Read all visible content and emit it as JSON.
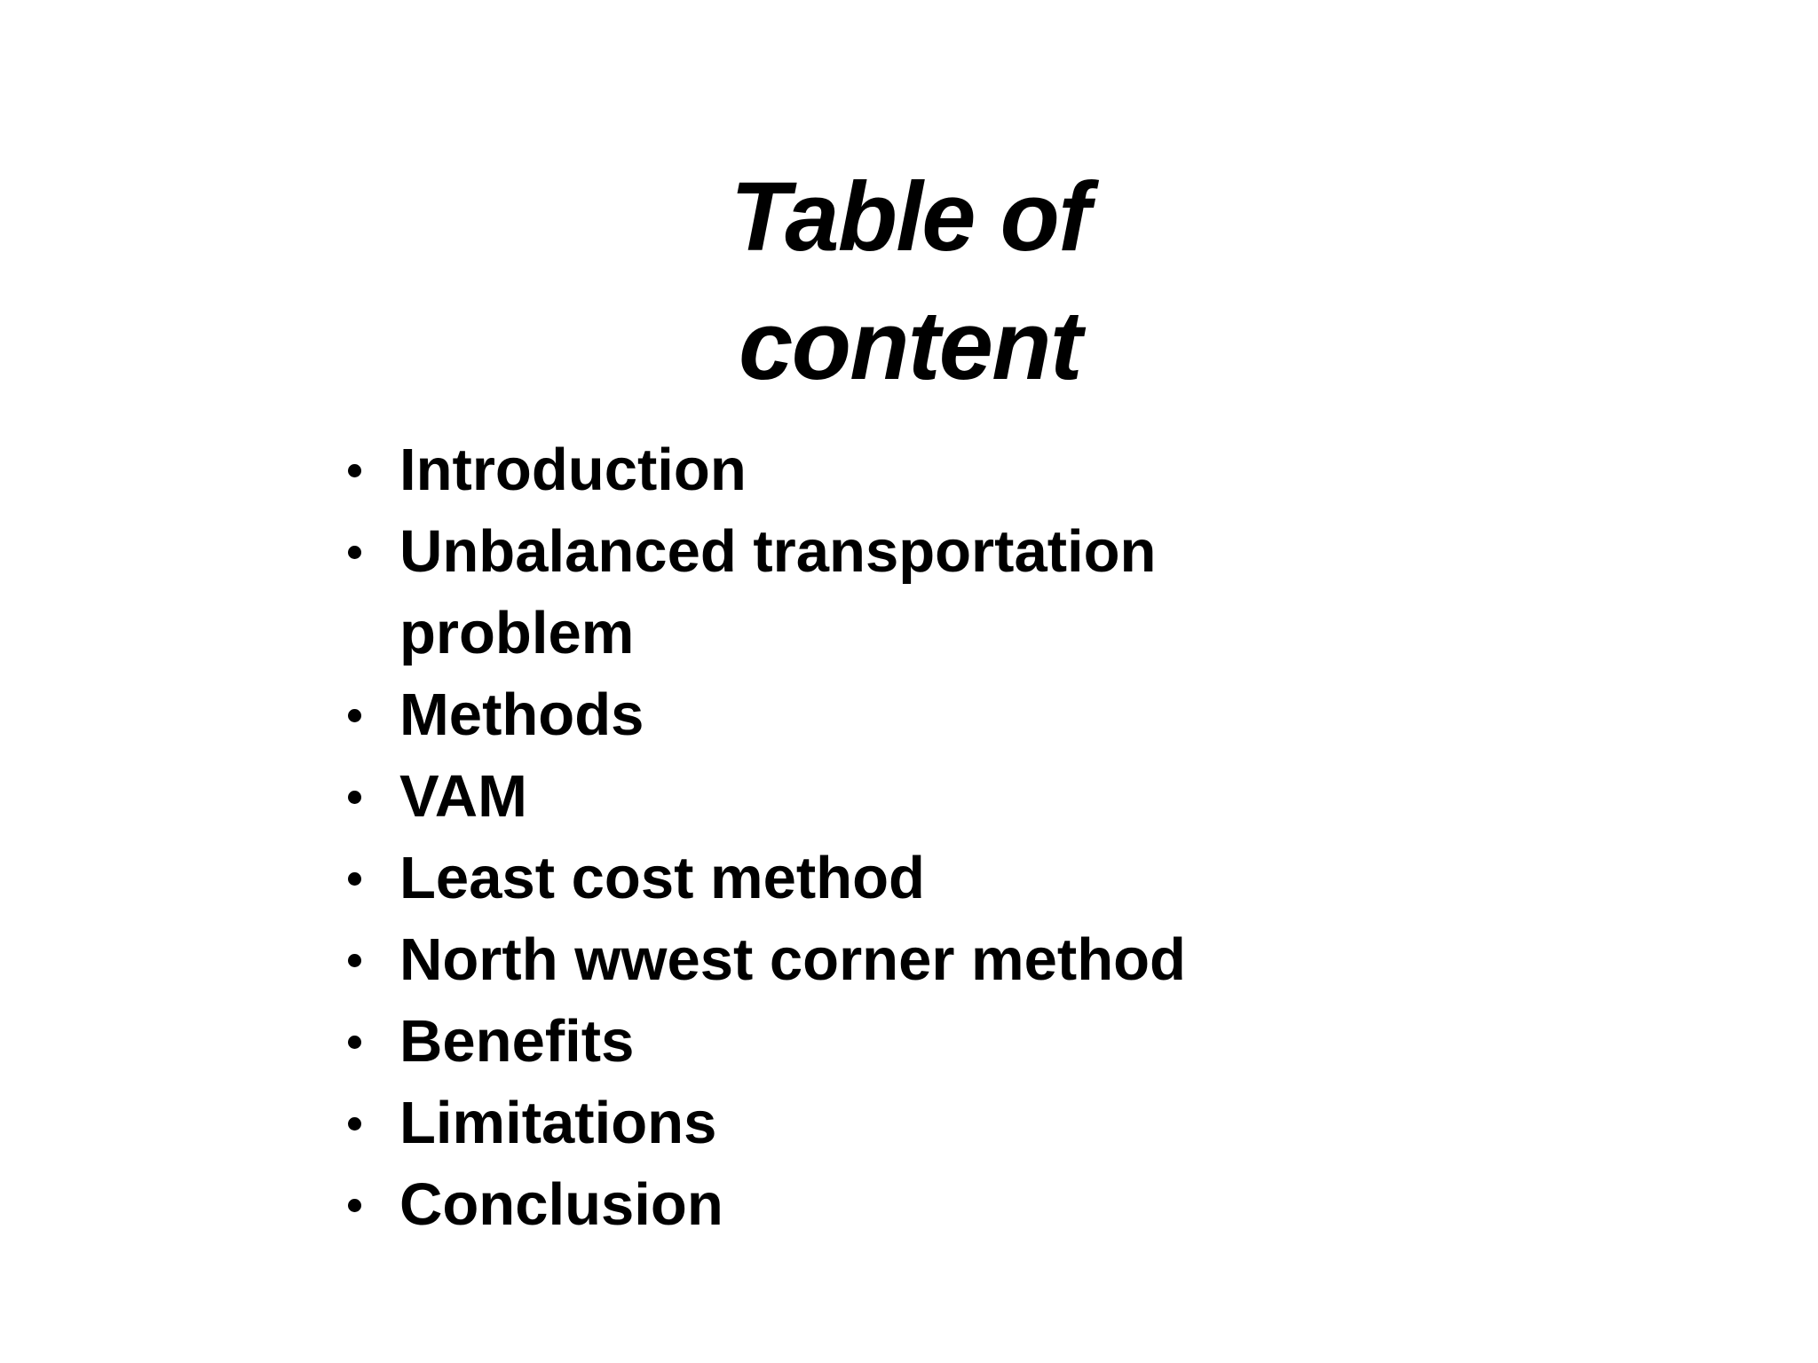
{
  "slide": {
    "title": {
      "line1": "Table of",
      "line2": "content"
    },
    "bullets": [
      "Introduction",
      "Unbalanced transportation problem",
      "Methods",
      "VAM",
      "Least cost method",
      "North wwest corner method",
      "Benefits",
      "Limitations",
      "Conclusion"
    ],
    "colors": {
      "background": "#ffffff",
      "text": "#000000"
    }
  }
}
